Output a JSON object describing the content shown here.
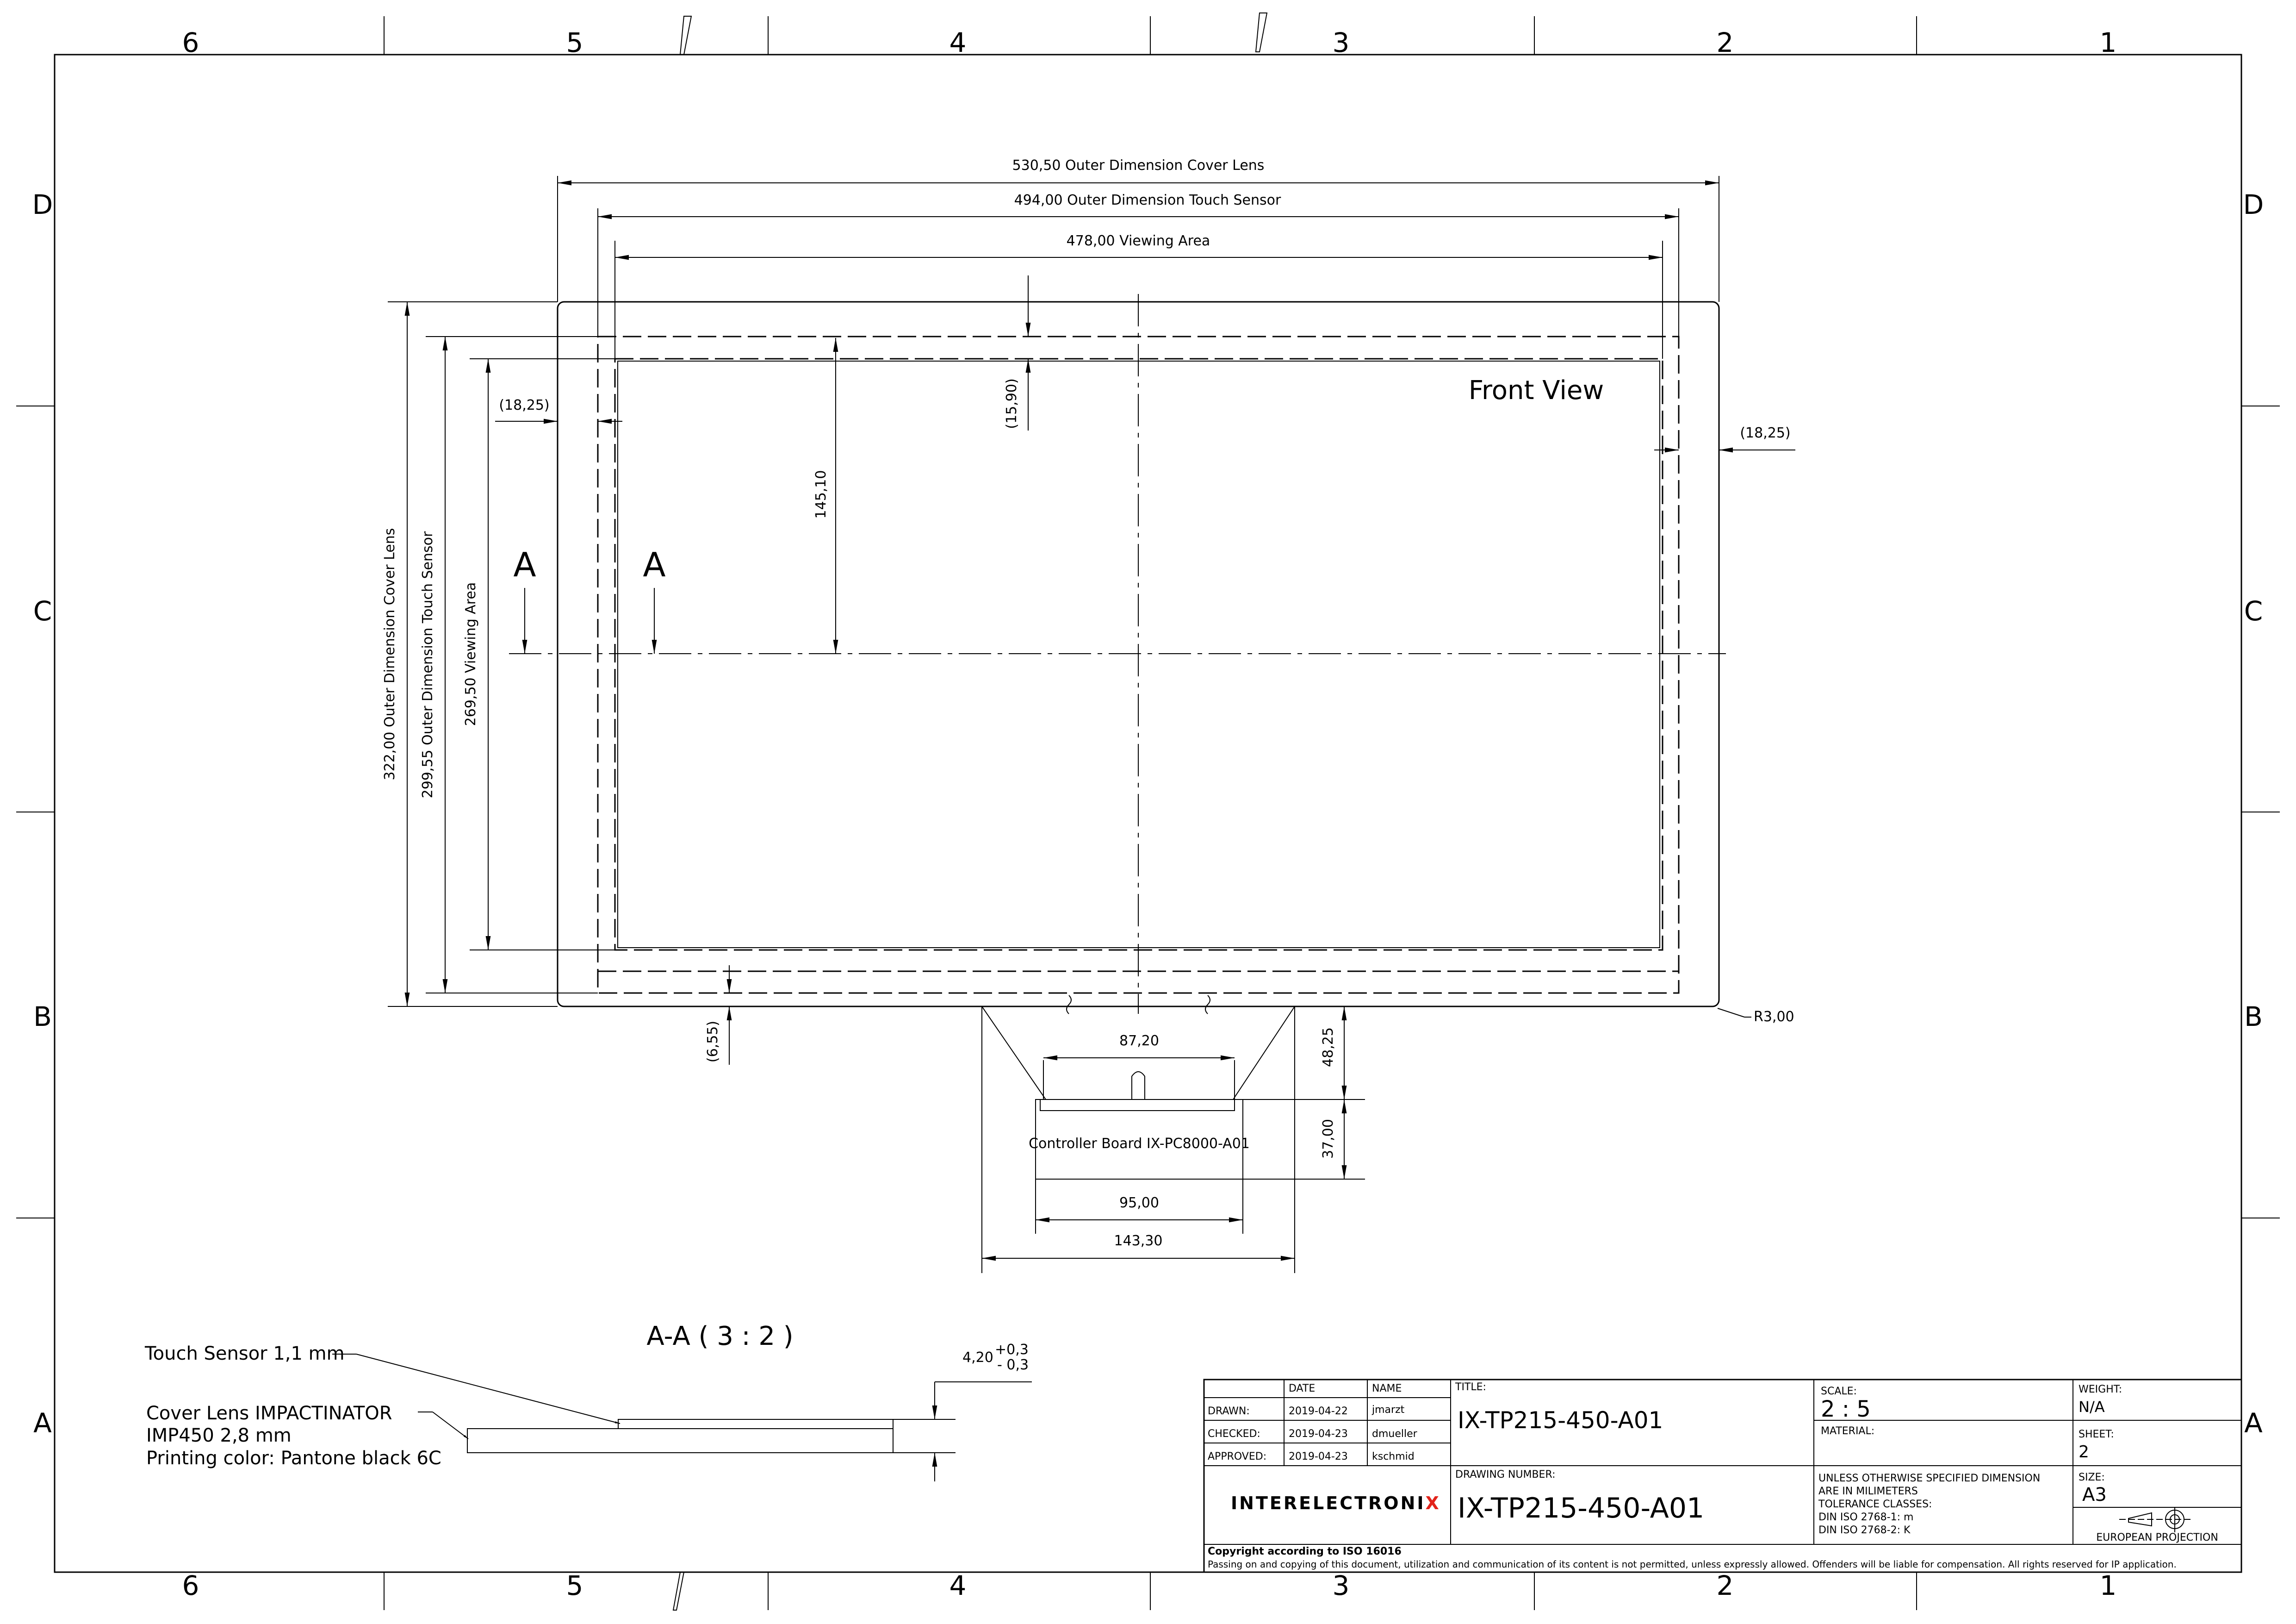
{
  "zones": {
    "columns": [
      "6",
      "5",
      "4",
      "3",
      "2",
      "1"
    ],
    "rows": [
      "D",
      "C",
      "B",
      "A"
    ]
  },
  "front_view": {
    "title": "Front View",
    "dims": {
      "cover_lens_width": "530,50 Outer Dimension Cover Lens",
      "touch_sensor_width": "494,00 Outer Dimension Touch Sensor",
      "viewing_area_width": "478,00 Viewing Area",
      "cover_lens_height": "322,00 Outer Dimension Cover Lens",
      "touch_sensor_height": "299,55 Outer Dimension Touch Sensor",
      "viewing_area_height": "269,50 Viewing Area",
      "offset_left": "(18,25)",
      "offset_right": "(18,25)",
      "offset_top": "(15,90)",
      "offset_bottom": "(6,55)",
      "center_height": "145,10",
      "radius": "R3,00"
    },
    "section_marks": [
      "A",
      "A"
    ]
  },
  "controller": {
    "label": "Controller Board IX-PC8000-A01",
    "dims": {
      "tail_width": "87,20",
      "board_width": "95,00",
      "flex_width": "143,30",
      "flex_height": "48,25",
      "board_height": "37,00"
    }
  },
  "section": {
    "title": "A-A ( 3 : 2 )",
    "thickness_main": "4,20",
    "tol_plus": "+0,3",
    "tol_minus": "- 0,3",
    "callout_touch": "Touch Sensor 1,1 mm",
    "callout_cover_1": "Cover Lens IMPACTINATOR",
    "callout_cover_2": "IMP450 2,8 mm",
    "callout_cover_3": "Printing color: Pantone black 6C"
  },
  "title_block": {
    "col_date": "DATE",
    "col_name": "NAME",
    "rows": [
      {
        "role": "DRAWN:",
        "date": "2019-04-22",
        "name": "jmarzt"
      },
      {
        "role": "CHECKED:",
        "date": "2019-04-23",
        "name": "dmueller"
      },
      {
        "role": "APPROVED:",
        "date": "2019-04-23",
        "name": "kschmid"
      }
    ],
    "title_label": "TITLE:",
    "title_value": "IX-TP215-450-A01",
    "drawing_number_label": "DRAWING NUMBER:",
    "drawing_number_value": "IX-TP215-450-A01",
    "scale_label": "SCALE:",
    "scale_value": "2 : 5",
    "material_label": "MATERIAL:",
    "weight_label": "WEIGHT:",
    "weight_value": "N/A",
    "sheet_label": "SHEET:",
    "sheet_value": "2",
    "size_label": "SIZE:",
    "size_value": "A3",
    "tolerance_lines": [
      "UNLESS OTHERWISE SPECIFIED DIMENSION",
      "ARE IN MILIMETERS",
      "TOLERANCE CLASSES:",
      "DIN ISO 2768-1: m",
      "DIN ISO 2768-2: K"
    ],
    "projection": "EUROPEAN PROJECTION",
    "logo_main": "INTERELECTRONI",
    "logo_accent": "X",
    "logo_accent_color": "#e2231a",
    "copyright_title": "Copyright according to ISO 16016",
    "copyright_text": "Passing on and copying of this document, utilization and communication of its content is not permitted, unless expressly allowed. Offenders will be liable for compensation. All rights reserved for IP application."
  }
}
